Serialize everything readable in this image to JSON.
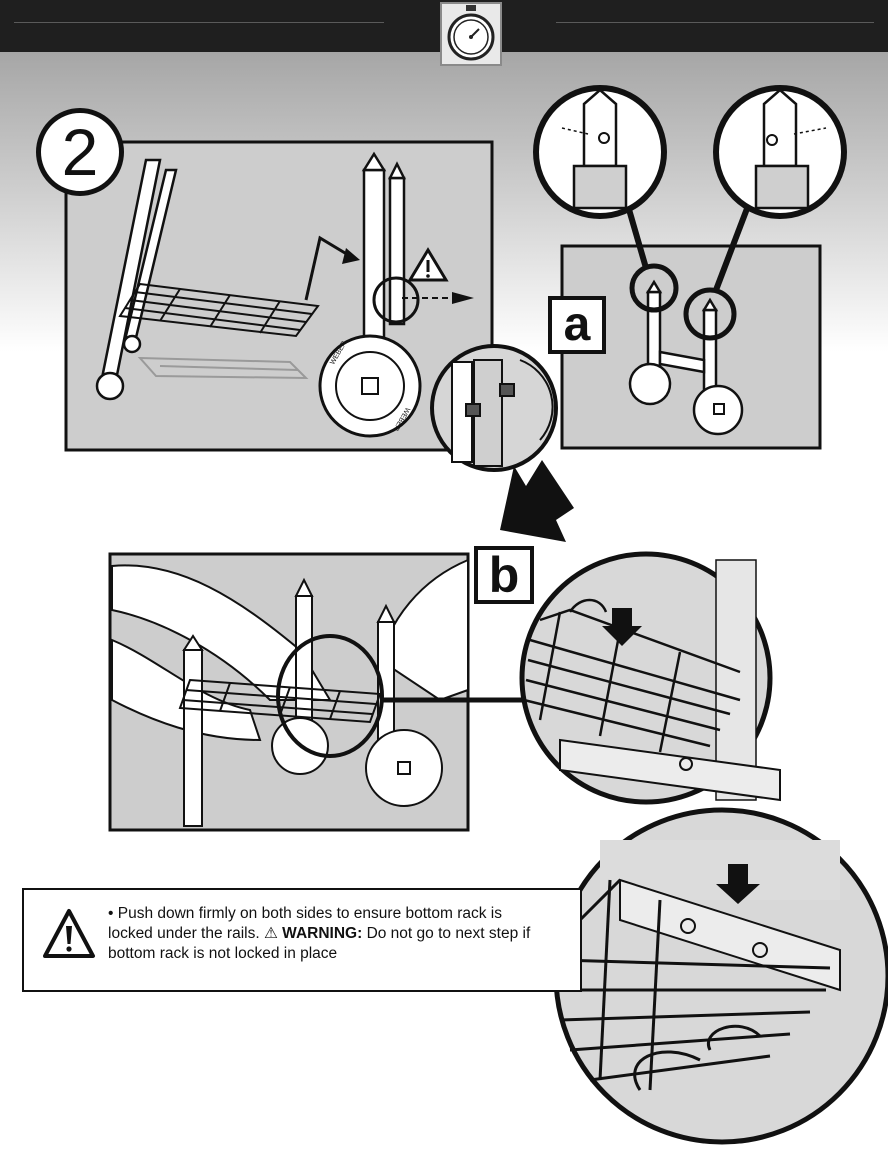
{
  "step": {
    "number": "2"
  },
  "detail_labels": {
    "a": "a",
    "b": "b"
  },
  "note": {
    "line1": "• Push down firmly on both sides to ensure bottom rack is locked under the rails.",
    "warning_symbol": "⚠",
    "warning_label": "WARNING:",
    "warning_text": "Do not go to next step if bottom rack is not locked in place"
  },
  "wheel_brand": "WEBER",
  "colors": {
    "header": "#1f1f1f",
    "panel": "#cfcfcf",
    "ink": "#111111"
  },
  "icons": [
    "stopwatch-icon",
    "warning-triangle-icon",
    "arrow-down-icon",
    "direction-arrow-icon"
  ]
}
